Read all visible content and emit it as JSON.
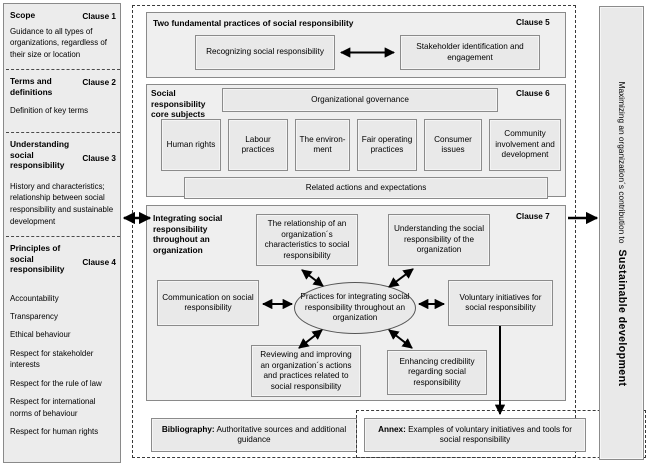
{
  "left_column": {
    "sections": [
      {
        "title": "Scope",
        "clause": "Clause 1",
        "body": "Guidance to all types of organizations, regardless of their size or location"
      },
      {
        "title": "Terms and definitions",
        "clause": "Clause 2",
        "body": "Definition of key terms"
      },
      {
        "title": "Understanding social responsibility",
        "clause": "Clause 3",
        "body": "History and characteristics; relationship between social responsibility and sustainable development"
      },
      {
        "title": "Principles of social responsibility",
        "clause": "Clause 4",
        "items": [
          "Accountability",
          "Transparency",
          "Ethical behaviour",
          "Respect for stakeholder interests",
          "Respect for the rule of law",
          "Respect for international norms of behaviour",
          "Respect for human rights"
        ]
      }
    ]
  },
  "clause5": {
    "title": "Two  fundamental practices of social responsibility",
    "clause": "Clause 5",
    "boxes": [
      "Recognizing social responsibility",
      "Stakeholder identification and engagement"
    ]
  },
  "clause6": {
    "title": "Social responsibility core subjects",
    "clause": "Clause 6",
    "governance": "Organizational governance",
    "core_subjects": [
      "Human rights",
      "Labour practices",
      "The environ-ment",
      "Fair operating practices",
      "Consumer issues",
      "Community involvement  and development"
    ],
    "related": "Related actions and expectations"
  },
  "clause7": {
    "title": "Integrating social responsibility throughout an organization",
    "clause": "Clause 7",
    "center": "Practices for integrating social responsibility throughout an organization",
    "top_left": "The relationship of an organization´s characteristics to social responsibility",
    "top_right": "Understanding the social responsibility of the organization",
    "left": "Communication on social responsibility",
    "right": "Voluntary initiatives for social responsibility",
    "bottom_left": "Reviewing and improving an organization´s actions and practices related to social responsibility",
    "bottom_right": "Enhancing credibility regarding social responsibility"
  },
  "bibliography": {
    "label": "Bibliography:",
    "text": "Authoritative sources and additional guidance"
  },
  "annex": {
    "label": "Annex:",
    "text": "Examples of voluntary initiatives and tools for social responsibility"
  },
  "right_bar": {
    "line1": "Maximizing an organization´s contribution to",
    "line2": "Sustainable  development"
  },
  "colors": {
    "box_fill": "#e9e9e9",
    "panel_fill": "#efefef",
    "border": "#8a8a8a",
    "dashed": "#3a3a3a",
    "arrow": "#000000"
  }
}
